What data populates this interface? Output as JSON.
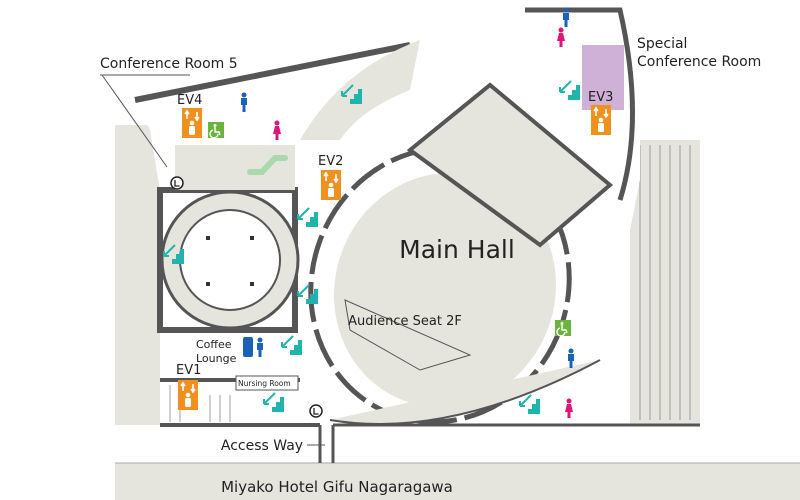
{
  "map": {
    "title": "Main Hall",
    "labels": {
      "conference_room_5": "Conference Room 5",
      "special_conference_room_line1": "Special",
      "special_conference_room_line2": "Conference Room",
      "main_hall": "Main Hall",
      "audience_seat": "Audience Seat 2F",
      "coffee_line1": "Coffee",
      "coffee_line2": "Lounge",
      "nursing_room": "Nursing Room",
      "access_way": "Access Way",
      "hotel": "Miyako Hotel Gifu Nagaragawa"
    },
    "elevators": [
      "EV1",
      "EV2",
      "EV3",
      "EV4"
    ],
    "locker_symbol": "L",
    "colors": {
      "elevator": "#f0901e",
      "stairs": "#20b4ae",
      "wall": "#555555",
      "area_gray": "#e5e5de",
      "special_room": "#cfb0d6",
      "escalator": "#a9d9ac",
      "male": "#1a63b8",
      "female": "#e0157a",
      "accessible": "#6ab43e"
    }
  }
}
